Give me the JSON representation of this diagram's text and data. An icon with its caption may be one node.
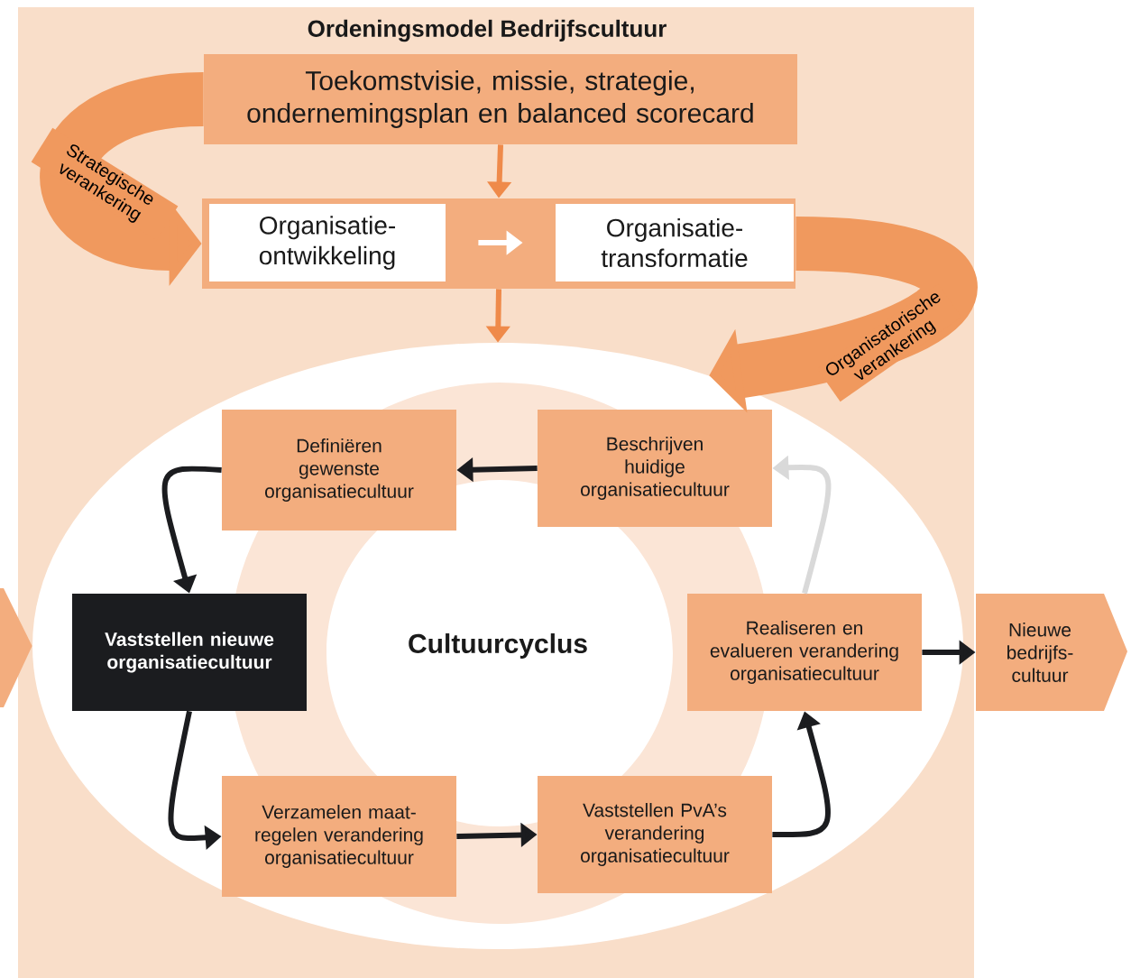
{
  "diagram": {
    "title": "Ordeningsmodel Bedrijfscultuur",
    "nodes": [
      {
        "text": [
          "Toekomstvisie, missie, strategie, ondernemingsplan en balanced scorecard"
        ]
      },
      {
        "text": [],
        "shape": "bar"
      },
      {
        "text": [
          "Organisatie- ontwikkeling"
        ],
        "in": 1
      },
      {
        "text": [
          "Organisatie- transformatie"
        ],
        "in": 1
      },
      {
        "text": [
          "Cultuurcyclus"
        ]
      },
      {
        "text": [
          "Definiëren gewenste organisatiecultuur"
        ],
        "in": 4
      },
      {
        "text": [
          "Beschrijven huidige organisatiecultuur"
        ],
        "in": 4
      },
      {
        "text": [
          "Vaststellen nieuwe organisatiecultuur"
        ],
        "in": 4
      },
      {
        "text": [
          "Realiseren en evalueren verandering organisatiecultuur"
        ],
        "in": 4
      },
      {
        "text": [
          "Nieuwe bedrijfs- cultuur"
        ]
      },
      {
        "text": [
          "Verzamelen maat- regelen verandering organisatiecultuur"
        ],
        "in": 4
      },
      {
        "text": [
          "Vaststellen PvA’s verandering organisatiecultuur"
        ],
        "in": 4
      }
    ],
    "edges": [
      {
        "from": 0,
        "to": 1,
        "arrow": "to",
        "color": "#ef8a4a"
      },
      {
        "from": 2,
        "to": 3,
        "arrow": "to",
        "color": "#ffffff"
      },
      {
        "from": 1,
        "to": 4,
        "arrow": "to",
        "color": "#ef8a4a"
      },
      {
        "from": 0,
        "to": 1,
        "arrow": "to",
        "label": "Strategische verankering",
        "style": "thick",
        "color": "#f0995e"
      },
      {
        "from": 1,
        "to": 4,
        "arrow": "to",
        "label": "Organisatorische verankering",
        "style": "thick",
        "color": "#f0995e"
      },
      {
        "from": 6,
        "to": 5,
        "arrow": "to"
      },
      {
        "from": 5,
        "to": 7,
        "arrow": "to"
      },
      {
        "from": 7,
        "to": 10,
        "arrow": "to"
      },
      {
        "from": 10,
        "to": 11,
        "arrow": "to"
      },
      {
        "from": 11,
        "to": 8,
        "arrow": "to"
      },
      {
        "from": 8,
        "to": 6,
        "arrow": "to",
        "color": "#d9d9d9"
      },
      {
        "from": 8,
        "to": 9,
        "arrow": "to"
      },
      {
        "from": null,
        "to": 4,
        "arrow": "to",
        "style": "thick",
        "color": "#f3ad7e"
      }
    ]
  }
}
